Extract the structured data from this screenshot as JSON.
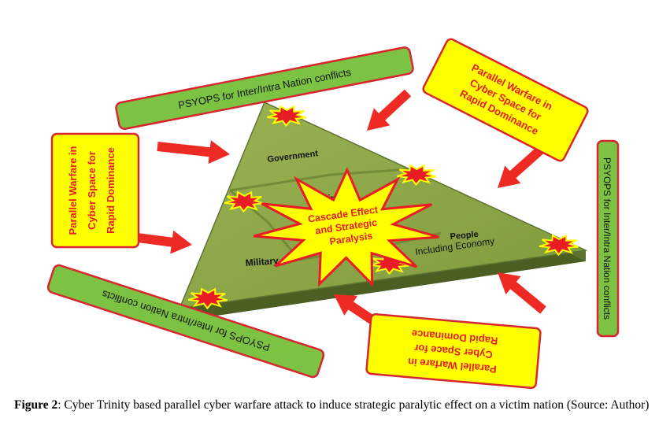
{
  "figure": {
    "labels": {
      "psyops_top_left": "PSYOPS for Inter/Intra Nation conflicts",
      "psyops_right": "PSYOPS for Inter/Intra Nation conflicts",
      "psyops_bottom_left": "PSYOPS for Inter/Intra Nation conflicts",
      "parallel_top_right": [
        "Parallel Warfare in",
        "Cyber Space for",
        "Rapid Dominance"
      ],
      "parallel_left": [
        "Parallel Warfare in",
        "Cyber Space for",
        "Rapid Dominance"
      ],
      "parallel_bottom_right": [
        "Parallel Warfare in",
        "Cyber Space for",
        "Rapid Dominance"
      ]
    },
    "triangle": {
      "government": "Government",
      "trinity": "Trinity",
      "people": "People",
      "economy": "Including Economy",
      "military": "Military"
    },
    "center_burst": [
      "Cascade Effect",
      "and Strategic",
      "Paralysis"
    ],
    "colors": {
      "label_green": "#7cc243",
      "label_yellow": "#ffff00",
      "label_border": "#d8262e",
      "arrow_red": "#ee2a24",
      "triangle_green": "#8ea84a",
      "burst_red": "#e81c24",
      "burst_yellow": "#ffff00"
    }
  },
  "caption": {
    "label": "Figure 2",
    "text": ": Cyber Trinity based parallel cyber warfare attack to induce strategic paralytic effect on a victim nation (Source: Author)"
  }
}
